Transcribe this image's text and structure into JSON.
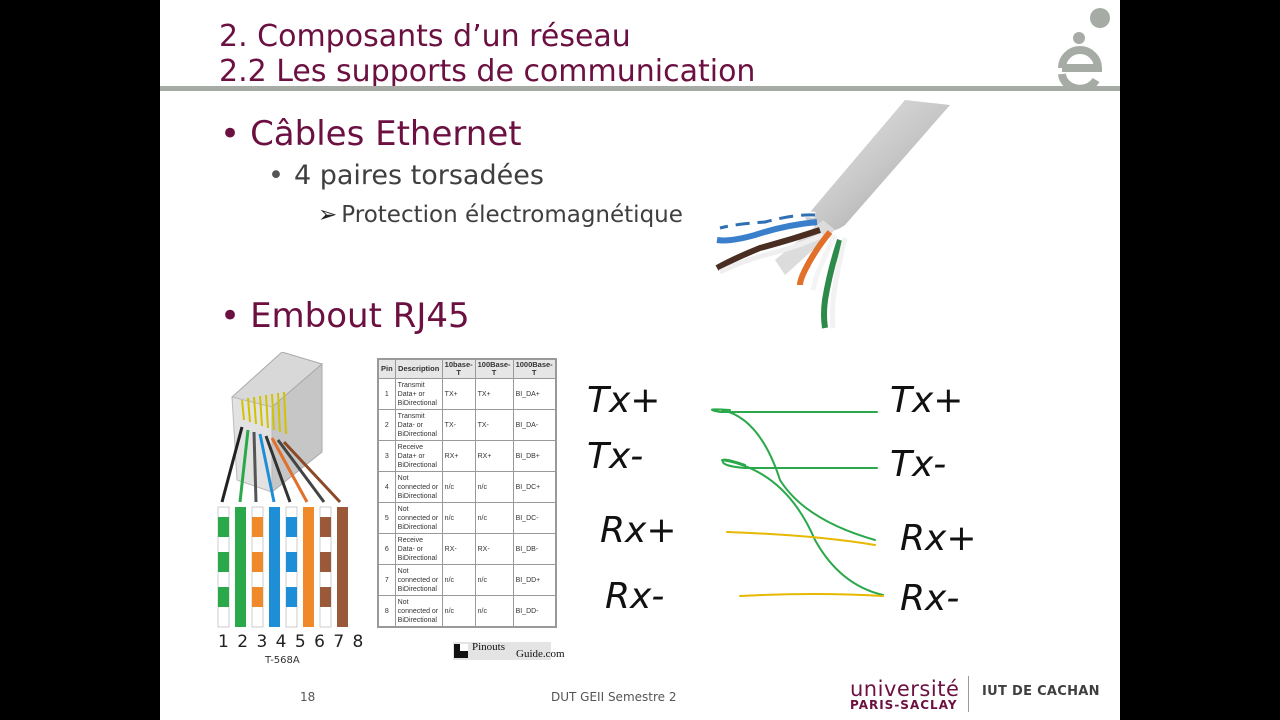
{
  "slide": {
    "title_line1": "2. Composants d’un réseau",
    "title_line2": "2.2 Les supports de communication",
    "bullets": {
      "cables": "Câbles Ethernet",
      "pairs": "4 paires torsadées",
      "protection": "Protection électromagnétique",
      "rj45": "Embout RJ45"
    },
    "rj45_pin_numbers": "1 2 3 4 5 6 7 8",
    "rj45_standard": "T-568A",
    "pinout_table": {
      "headers": [
        "Pin",
        "Description",
        "10base-T",
        "100Base-T",
        "1000Base-T"
      ],
      "rows": [
        [
          "1",
          "Transmit Data+ or BiDirectional",
          "TX+",
          "TX+",
          "BI_DA+"
        ],
        [
          "2",
          "Transmit Data- or BiDirectional",
          "TX-",
          "TX-",
          "BI_DA-"
        ],
        [
          "3",
          "Receive Data+ or BiDirectional",
          "RX+",
          "RX+",
          "BI_DB+"
        ],
        [
          "4",
          "Not connected or BiDirectional",
          "n/c",
          "n/c",
          "BI_DC+"
        ],
        [
          "5",
          "Not connected or BiDirectional",
          "n/c",
          "n/c",
          "BI_DC-"
        ],
        [
          "6",
          "Receive Data- or BiDirectional",
          "RX-",
          "RX-",
          "BI_DB-"
        ],
        [
          "7",
          "Not connected or BiDirectional",
          "n/c",
          "n/c",
          "BI_DD+"
        ],
        [
          "8",
          "Not connected or BiDirectional",
          "n/c",
          "n/c",
          "BI_DD-"
        ]
      ],
      "source_logo_line1": "Pinouts",
      "source_logo_line2": "Guide.com"
    },
    "handwritten_labels": {
      "left": [
        "Tx+",
        "Tx-",
        "Rx+",
        "Rx-"
      ],
      "right": [
        "Tx+",
        "Tx-",
        "Rx+",
        "Rx-"
      ]
    },
    "footer": {
      "page_number": "18",
      "course": "DUT GEII Semestre 2",
      "university_line1": "université",
      "university_line2": "PARIS-SACLAY",
      "institute": "IUT DE CACHAN"
    },
    "colors": {
      "title": "#6b1040",
      "rule": "#a6aba6",
      "wire_green": "#2aa84a",
      "wire_yellow": "#e6b800"
    }
  }
}
